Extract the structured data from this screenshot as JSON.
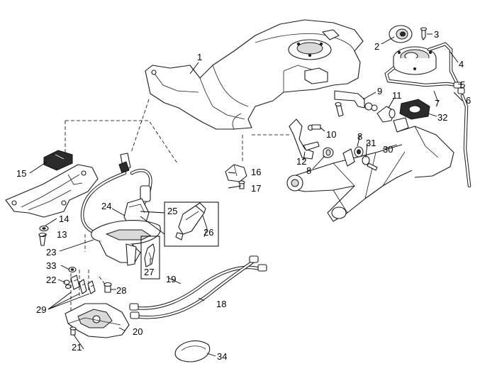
{
  "callouts": [
    "1",
    "2",
    "3",
    "4",
    "5",
    "6",
    "7",
    "8",
    "8",
    "9",
    "10",
    "11",
    "12",
    "13",
    "14",
    "15",
    "16",
    "17",
    "18",
    "19",
    "20",
    "21",
    "22",
    "23",
    "24",
    "25",
    "26",
    "27",
    "28",
    "29",
    "30",
    "31",
    "32",
    "33",
    "34"
  ],
  "colors": {
    "line": "#1a1a1a",
    "shade": "#d9d9d9",
    "dark": "#2b2b2b",
    "background": "#ffffff"
  }
}
